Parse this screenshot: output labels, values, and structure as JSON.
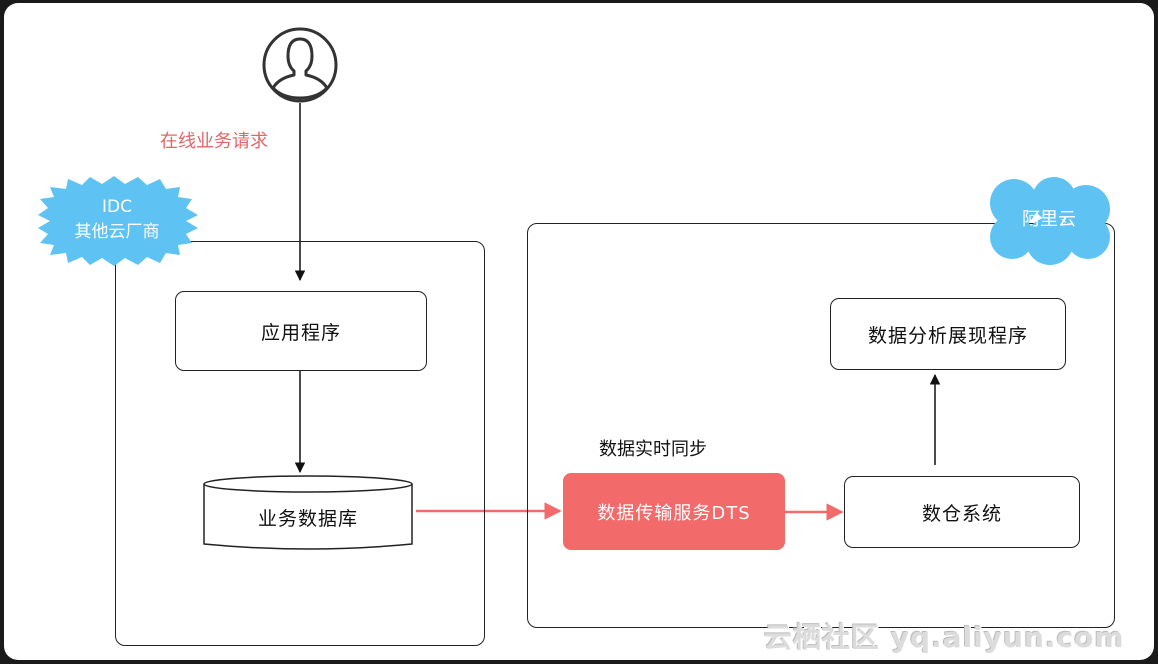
{
  "user": {
    "icon": "user-icon",
    "request_label": "在线业务请求"
  },
  "idc": {
    "cloud_line1": "IDC",
    "cloud_line2": "其他云厂商",
    "app_label": "应用程序",
    "db_label": "业务数据库"
  },
  "aliyun": {
    "cloud_label": "阿里云",
    "dts_label": "数据传输服务DTS",
    "warehouse_label": "数仓系统",
    "analytics_label": "数据分析展现程序"
  },
  "sync_label": "数据实时同步",
  "watermark": "云栖社区 yq.aliyun.com",
  "colors": {
    "cloud": "#5ec2f2",
    "dts_box": "#f26a6a",
    "flow_arrow": "#f26a6a",
    "request_text": "#e06767",
    "line": "#111111"
  }
}
